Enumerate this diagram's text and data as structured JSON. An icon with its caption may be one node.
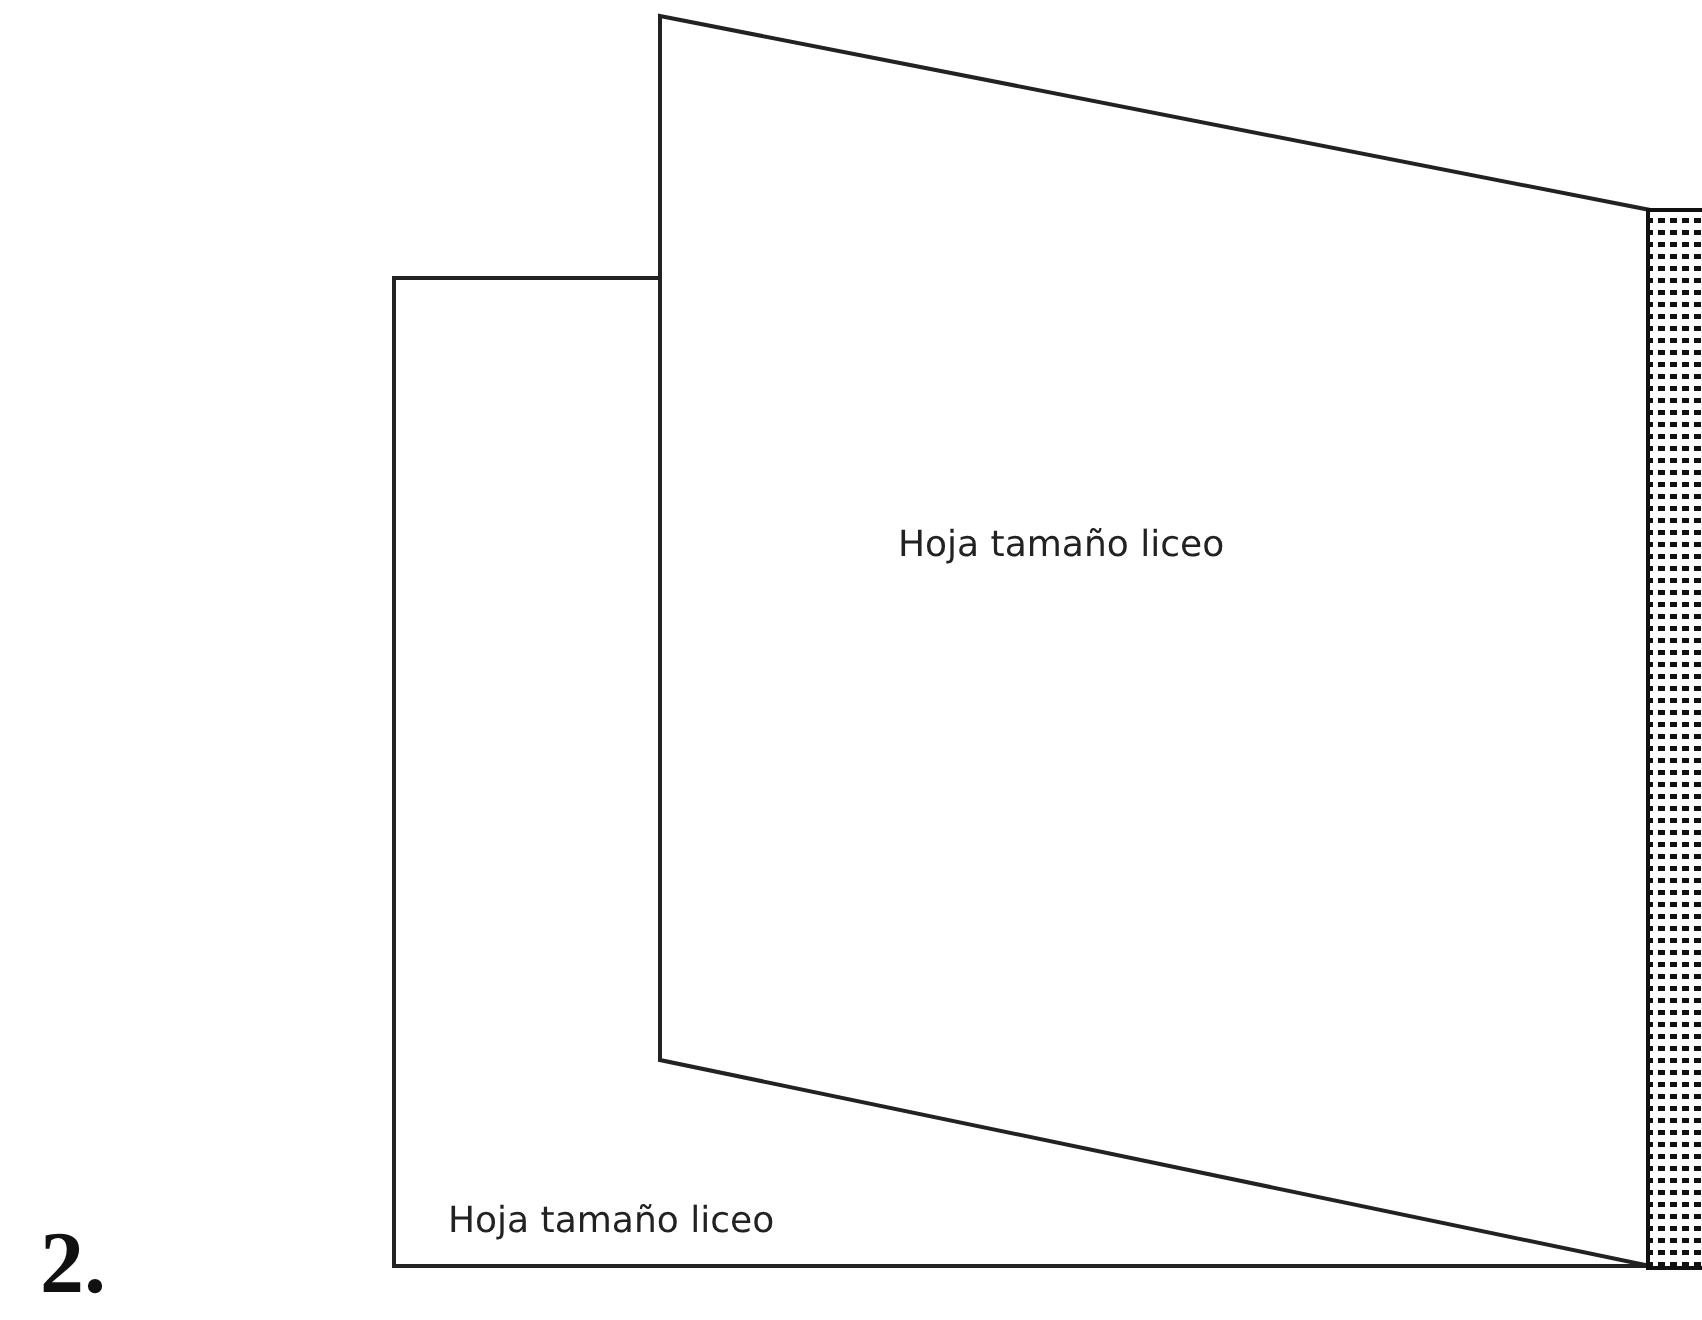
{
  "diagram": {
    "nodes": [
      {
        "text": [
          "Hoja tamaño liceo"
        ]
      },
      {
        "text": [
          "Hoja tamaño liceo"
        ]
      }
    ],
    "labels": [
      "2."
    ]
  }
}
